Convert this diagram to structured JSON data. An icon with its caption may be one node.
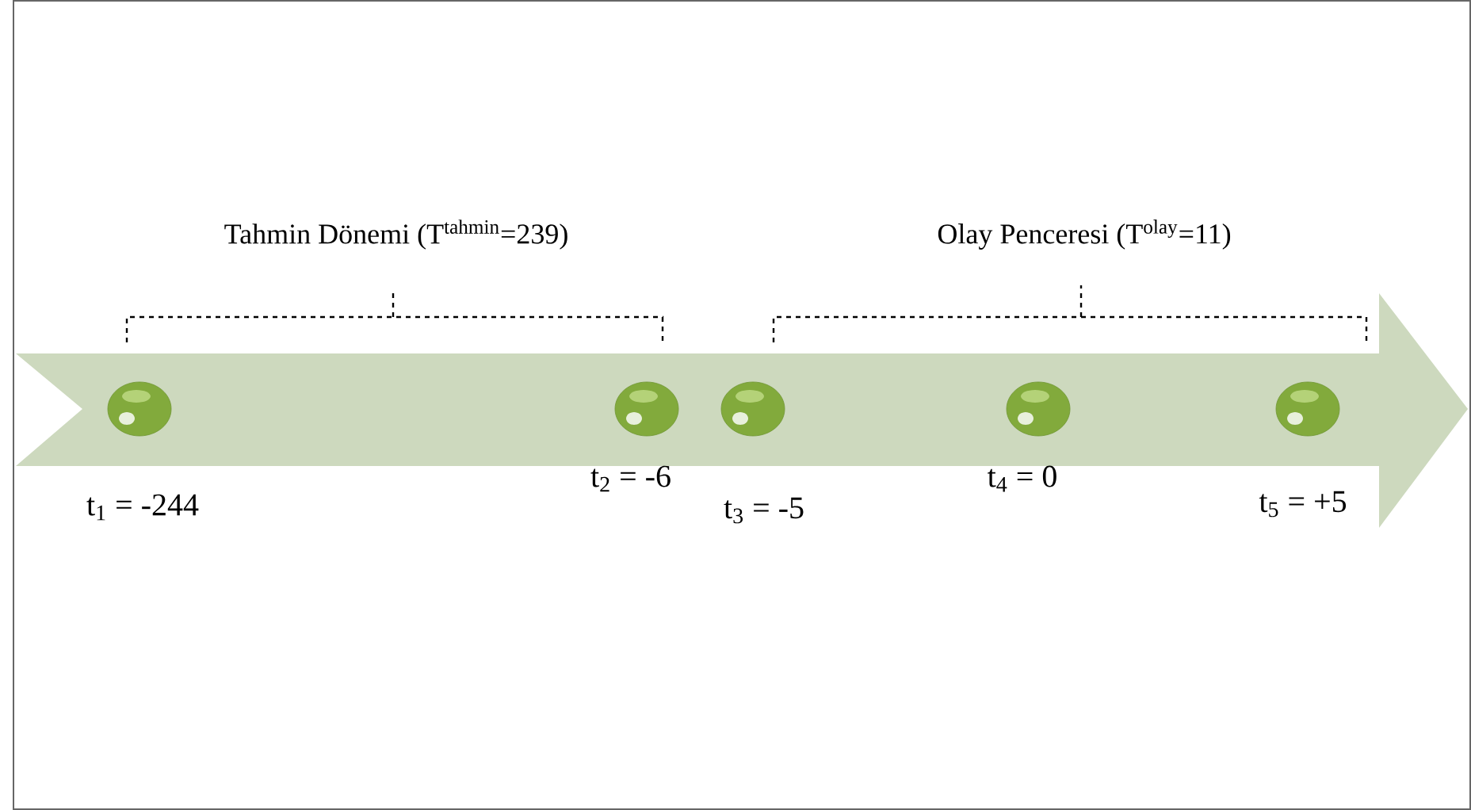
{
  "diagram": {
    "nodes": [
      {
        "text": [],
        "shape": "circle",
        "beside": [
          "t$_{1}$ = -244"
        ]
      },
      {
        "text": [],
        "shape": "circle",
        "beside": [
          "t$_{2}$ = -6"
        ]
      },
      {
        "text": [],
        "shape": "circle",
        "beside": [
          "t$_{3}$ = -5"
        ]
      },
      {
        "text": [],
        "shape": "circle",
        "beside": [
          "t$_{4}$ = 0"
        ]
      },
      {
        "text": [],
        "shape": "circle",
        "beside": [
          "t$_{5}$ = +5"
        ]
      }
    ],
    "labels": [
      "Tahmin Dönemi (T$^{tahmin}$=239)",
      "Olay Penceresi (T$^{olay}$=11)"
    ]
  }
}
